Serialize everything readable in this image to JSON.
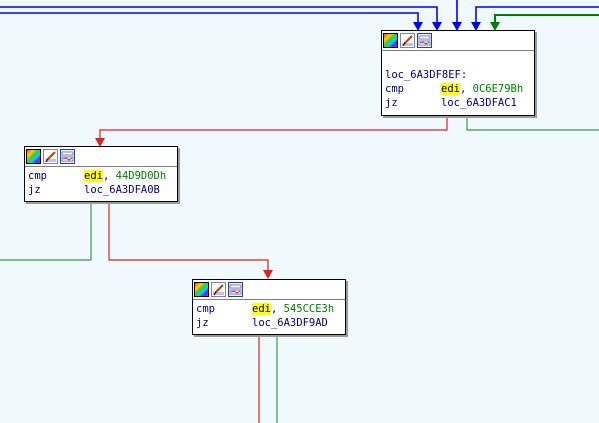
{
  "node_top": {
    "label": "loc_6A3DF8EF:",
    "lines": [
      {
        "mnemonic": "cmp",
        "register": "edi",
        "separator": ", ",
        "operand": "0C6E79Bh"
      },
      {
        "mnemonic": "jz",
        "target": "loc_6A3DFAC1"
      }
    ]
  },
  "node_mid": {
    "lines": [
      {
        "mnemonic": "cmp",
        "register": "edi",
        "separator": ", ",
        "operand": "44D9D0Dh"
      },
      {
        "mnemonic": "jz",
        "target": "loc_6A3DFA0B"
      }
    ]
  },
  "node_bottom": {
    "lines": [
      {
        "mnemonic": "cmp",
        "register": "edi",
        "separator": ", ",
        "operand": "545CCE3h"
      },
      {
        "mnemonic": "jz",
        "target": "loc_6A3DF9AD"
      }
    ]
  },
  "colors": {
    "background": "#f0fafe",
    "edge_taken_false": "#e02020",
    "edge_taken_true": "#3a9a4a",
    "edge_unconditional": "#0000ff",
    "edge_green_arrow": "#008000",
    "register_highlight": "#ffff00",
    "immediate": "#008000"
  },
  "icons": [
    "color-palette-icon",
    "rename-pencil-icon",
    "graph-view-icon"
  ]
}
